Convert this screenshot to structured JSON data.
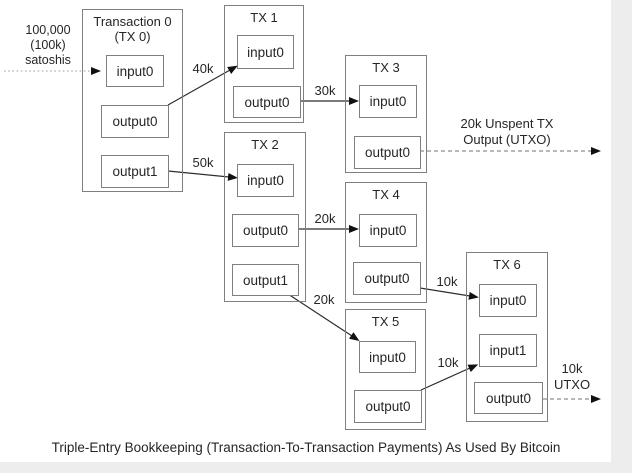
{
  "caption": "Triple-Entry Bookkeeping (Transaction-To-Transaction Payments) As Used By Bitcoin",
  "source": {
    "line1": "100,000",
    "line2": "(100k)",
    "line3": "satoshis"
  },
  "tx0": {
    "title": "Transaction 0",
    "subtitle": "(TX 0)",
    "ports": {
      "input0": "input0",
      "output0": "output0",
      "output1": "output1"
    }
  },
  "tx1": {
    "title": "TX 1",
    "ports": {
      "input0": "input0",
      "output0": "output0"
    }
  },
  "tx2": {
    "title": "TX 2",
    "ports": {
      "input0": "input0",
      "output0": "output0",
      "output1": "output1"
    }
  },
  "tx3": {
    "title": "TX 3",
    "ports": {
      "input0": "input0",
      "output0": "output0"
    }
  },
  "tx4": {
    "title": "TX 4",
    "ports": {
      "input0": "input0",
      "output0": "output0"
    }
  },
  "tx5": {
    "title": "TX 5",
    "ports": {
      "input0": "input0",
      "output0": "output0"
    }
  },
  "tx6": {
    "title": "TX 6",
    "ports": {
      "input0": "input0",
      "input1": "input1",
      "output0": "output0"
    }
  },
  "edges": {
    "tx0_tx1": "40k",
    "tx0_tx2": "50k",
    "tx1_tx3": "30k",
    "tx2_tx4": "20k",
    "tx2_tx5": "20k",
    "tx4_tx6": "10k",
    "tx5_tx6": "10k",
    "utxo20k": {
      "line1": "20k Unspent TX",
      "line2": "Output (UTXO)"
    },
    "utxo10k": {
      "line1": "10k",
      "line2": "UTXO"
    }
  },
  "colors": {
    "box_border": "#7f7f7f",
    "text": "#262626",
    "arrow": "#2e2e2e",
    "arrowhead": "#111111",
    "dashed_line": "#8f8f8f",
    "dotted_line": "#bdbdbd",
    "background": "#ffffff",
    "edge_strip": "#ededee"
  }
}
